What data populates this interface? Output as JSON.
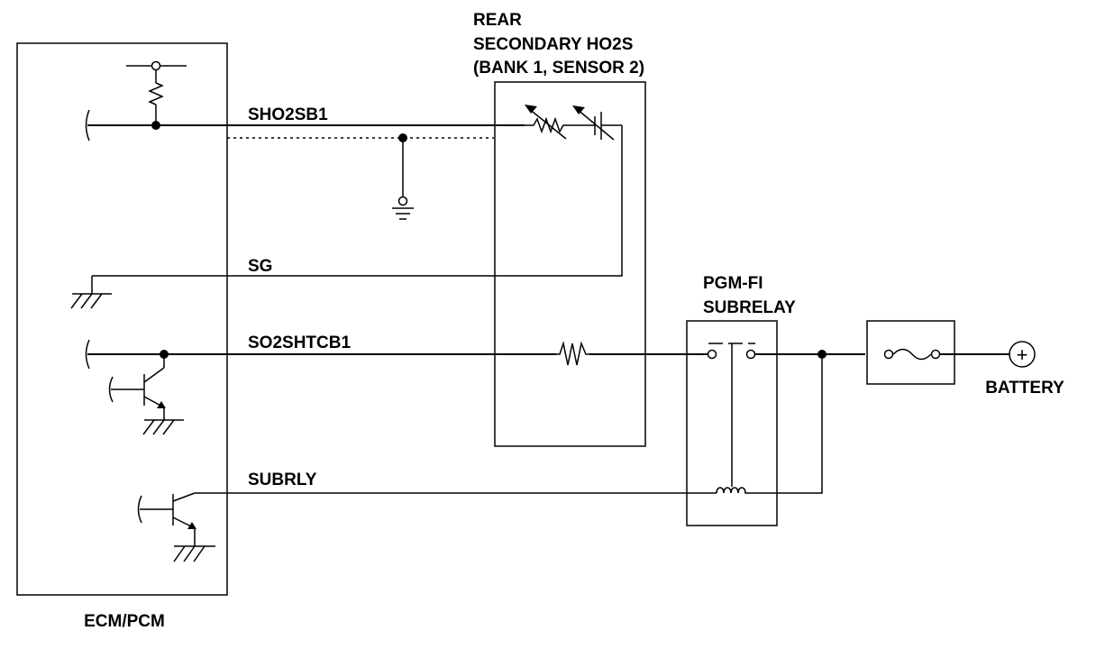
{
  "components": {
    "ecm": "ECM/PCM",
    "sensor_line1": "REAR",
    "sensor_line2": "SECONDARY HO2S",
    "sensor_line3": "(BANK 1, SENSOR 2)",
    "relay_line1": "PGM-FI",
    "relay_line2": "SUBRELAY",
    "battery": "BATTERY",
    "battery_symbol": "+"
  },
  "wires": {
    "sho2sb1": "SHO2SB1",
    "sg": "SG",
    "so2shtcb1": "SO2SHTCB1",
    "subrly": "SUBRLY"
  }
}
